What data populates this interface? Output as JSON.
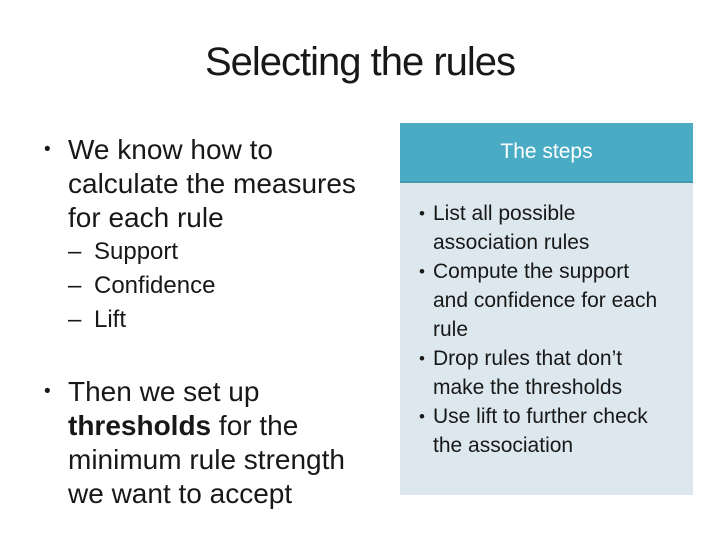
{
  "title": "Selecting the rules",
  "left": {
    "bullets": [
      {
        "marker": "•",
        "segments": [
          {
            "text": "We know how to calculate the measures for each rule",
            "bold": false
          }
        ],
        "sub_items": [
          {
            "marker": "–",
            "text": "Support"
          },
          {
            "marker": "–",
            "text": "Confidence"
          },
          {
            "marker": "–",
            "text": "Lift"
          }
        ]
      },
      {
        "marker": "•",
        "segments": [
          {
            "text": "Then we set up ",
            "bold": false
          },
          {
            "text": "thresholds",
            "bold": true
          },
          {
            "text": " for the minimum rule strength we want to accept",
            "bold": false
          }
        ],
        "sub_items": []
      }
    ]
  },
  "steps_box": {
    "title": "The steps",
    "marker": "•",
    "items": [
      "List all possible association rules",
      "Compute the support and confidence for each rule",
      "Drop rules that don’t make the thresholds",
      "Use lift to further check the association"
    ]
  },
  "colors": {
    "background": "#ffffff",
    "text": "#181818",
    "header_bg": "#4aabc5",
    "header_text": "#ffffff",
    "body_bg": "#dce8ee"
  }
}
